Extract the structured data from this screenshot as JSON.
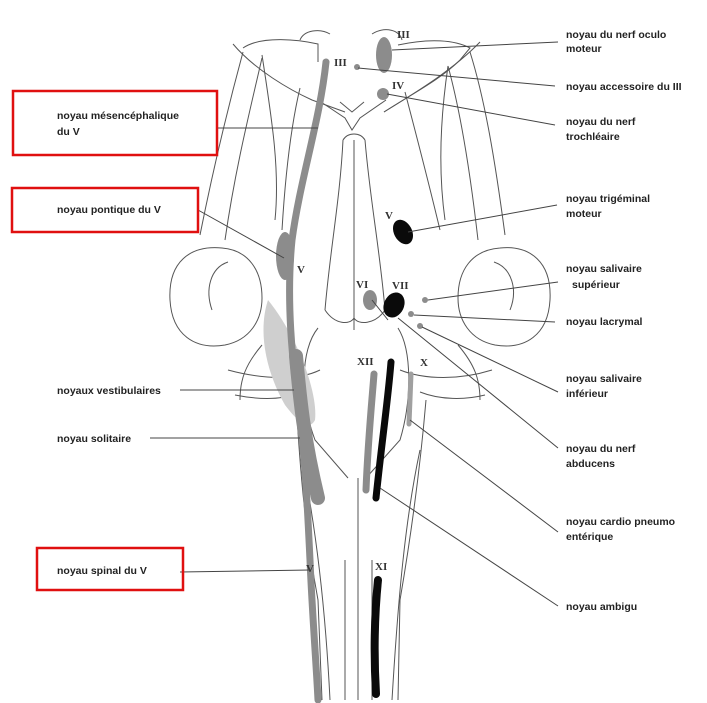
{
  "colors": {
    "gray_nucleus": "#8c8c8c",
    "light_gray_area": "#cfcfcf",
    "black_nucleus": "#0a0a0a",
    "highlight_box": "#e01010"
  },
  "labels": {
    "oculomoteur_l1": "noyau du nerf oculo",
    "oculomoteur_l2": "moteur",
    "accessoire": "noyau accessoire du III",
    "trochleaire_l1": "noyau du nerf",
    "trochleaire_l2": "trochléaire",
    "mesencephalique_l1": "noyau mésencéphalique",
    "mesencephalique_l2": "du V",
    "pontique": "noyau pontique du V",
    "trigeminal_l1": "noyau trigéminal",
    "trigeminal_l2": "moteur",
    "salivaire_sup_l1": "noyau salivaire",
    "salivaire_sup_l2": "supérieur",
    "lacrymal": "noyau lacrymal",
    "vestibulaires": "noyaux vestibulaires",
    "salivaire_inf_l1": "noyau salivaire",
    "salivaire_inf_l2": "inférieur",
    "solitaire": "noyau solitaire",
    "abducens_l1": "noyau du nerf",
    "abducens_l2": "abducens",
    "cardio_l1": "noyau cardio pneumo",
    "cardio_l2": "entérique",
    "spinal": "noyau spinal du V",
    "ambigu": "noyau ambigu"
  },
  "roman_numerals": {
    "iii_top": "III",
    "iii_left": "III",
    "iv": "IV",
    "v_motor": "V",
    "v_pontine": "V",
    "vi": "VI",
    "vii": "VII",
    "xii": "XII",
    "x": "X",
    "v_spinal": "V",
    "xi": "XI"
  }
}
